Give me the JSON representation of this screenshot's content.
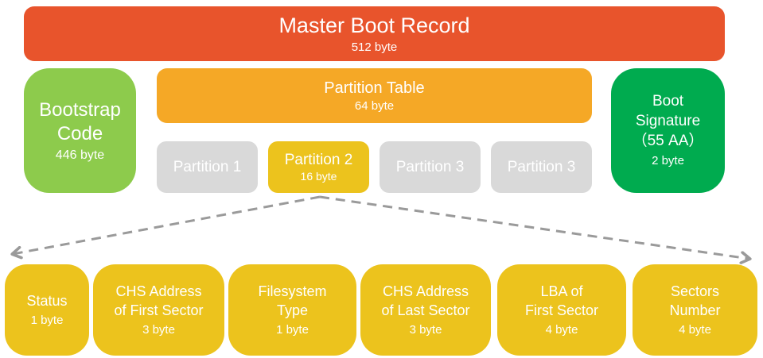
{
  "colors": {
    "mbr_red": "#E8542C",
    "bootstrap_green": "#8DCB4C",
    "table_orange": "#F5A826",
    "signature_green": "#00AB4F",
    "highlight_yellow": "#ECC31D",
    "inactive_gray": "#D9D9D9",
    "arrow_gray": "#9A9A9A",
    "text_white": "#FFFFFF"
  },
  "mbr": {
    "label": "Master Boot Record",
    "size": "512 byte"
  },
  "bootstrap": {
    "label": "Bootstrap Code",
    "size": "446 byte"
  },
  "partition_table": {
    "label": "Partition Table",
    "size": "64 byte"
  },
  "partitions": [
    {
      "label": "Partition 1"
    },
    {
      "label": "Partition 2",
      "size": "16 byte"
    },
    {
      "label": "Partition 3"
    },
    {
      "label": "Partition 3"
    }
  ],
  "boot_signature": {
    "lines": [
      "Boot",
      "Signature",
      "（55 AA）"
    ],
    "size": "2 byte"
  },
  "fields": [
    {
      "line1": "Status",
      "line2": "",
      "size": "1 byte"
    },
    {
      "line1": "CHS Address",
      "line2": "of First Sector",
      "size": "3 byte"
    },
    {
      "line1": "Filesystem",
      "line2": "Type",
      "size": "1 byte"
    },
    {
      "line1": "CHS Address",
      "line2": "of Last Sector",
      "size": "3 byte"
    },
    {
      "line1": "LBA of",
      "line2": "First Sector",
      "size": "4 byte"
    },
    {
      "line1": "Sectors",
      "line2": "Number",
      "size": "4 byte"
    }
  ]
}
